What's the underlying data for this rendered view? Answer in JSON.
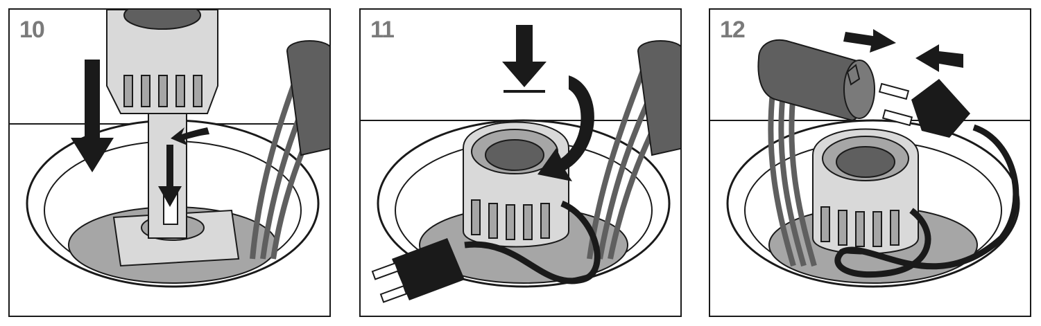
{
  "steps": [
    {
      "number": "10"
    },
    {
      "number": "11"
    },
    {
      "number": "12"
    }
  ],
  "colors": {
    "line": "#1a1a1a",
    "light_gray": "#d9d9d9",
    "mid_gray": "#a6a6a6",
    "dark_gray": "#5f5f5f",
    "step_number": "#7a7a7a"
  }
}
